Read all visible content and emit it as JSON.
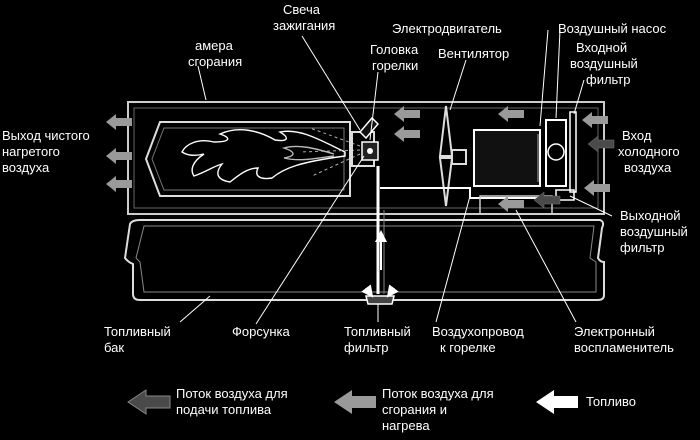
{
  "labels": {
    "chamber": [
      "амера",
      "сгорания"
    ],
    "spark_plug": [
      "Свеча",
      "зажигания"
    ],
    "motor": "Электродвигатель",
    "air_pump": "Воздушный насос",
    "burner_head": [
      "Головка",
      "горелки"
    ],
    "fan": "Вентилятор",
    "intake_filter": [
      "Входной",
      "воздушный",
      "фильтр"
    ],
    "outlet": [
      "Выход чистого",
      "нагретого",
      "воздуха"
    ],
    "inlet": [
      "Вход",
      "холодного",
      "воздуха"
    ],
    "outlet_filter": [
      "Выходной",
      "воздушный",
      "фильтр"
    ],
    "fuel_tank": [
      "Топливный",
      "бак"
    ],
    "nozzle": "Форсунка",
    "fuel_filter": [
      "Топливный",
      "фильтр"
    ],
    "air_duct": [
      "Воздухопровод",
      "к горелке"
    ],
    "igniter": [
      "Электронный",
      "воспламенитель"
    ]
  },
  "legend": [
    {
      "lines": [
        "Поток воздуха для",
        "подачи топлива"
      ],
      "color": "#4a4a4a"
    },
    {
      "lines": [
        "Поток воздуха для",
        "сгорания и",
        "нагрева"
      ],
      "color": "#9a9a9a"
    },
    {
      "lines": [
        "Топливо"
      ],
      "color": "#ffffff"
    }
  ]
}
